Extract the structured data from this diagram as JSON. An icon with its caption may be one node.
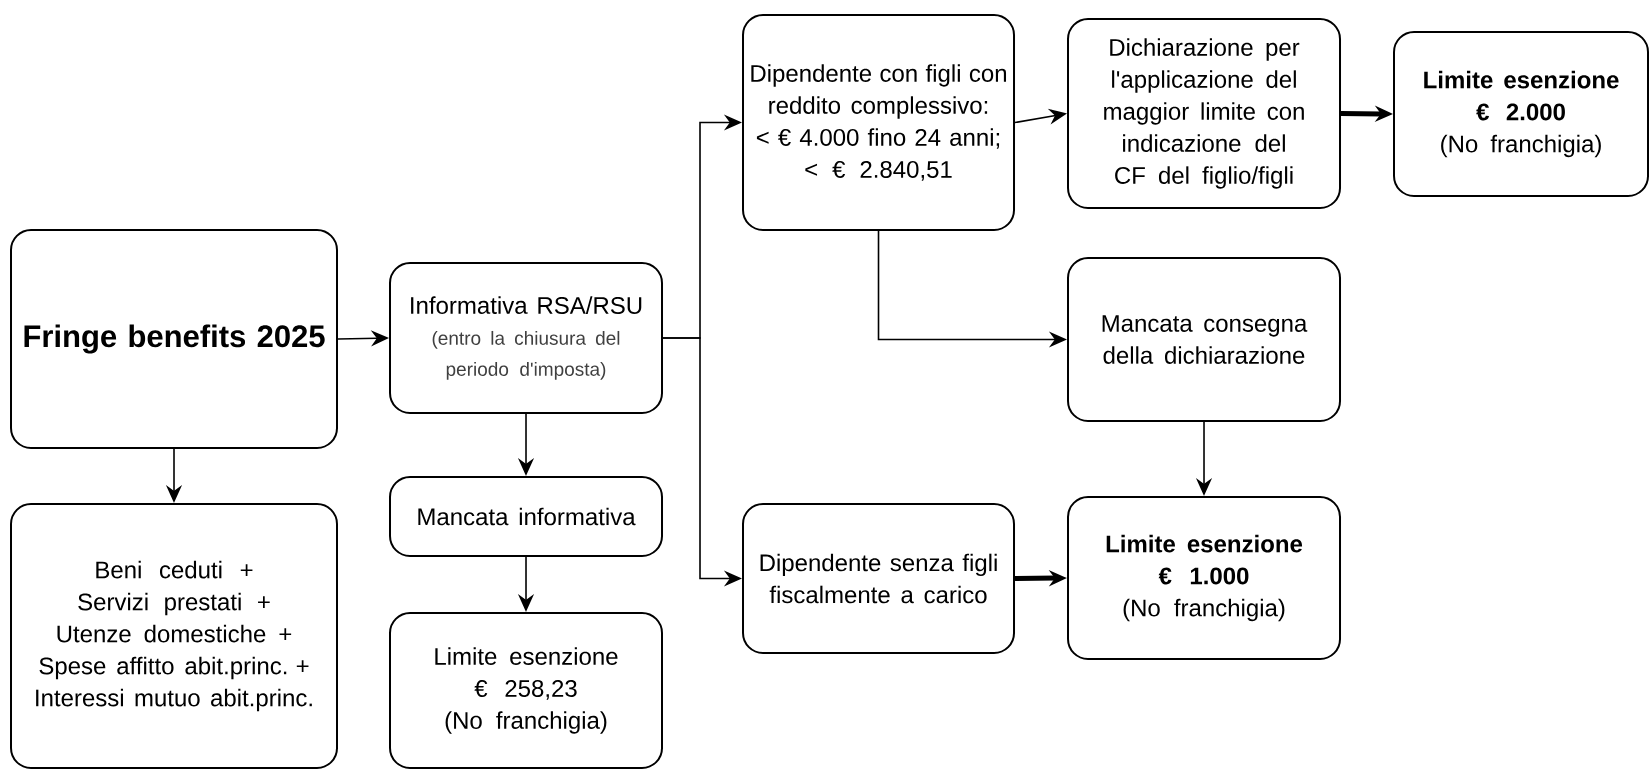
{
  "diagram": {
    "nodes": [
      {
        "text": [
          "Fringe benefits 2025"
        ]
      },
      {
        "text": [
          "Beni ceduti +",
          "Servizi prestati +",
          "Utenze domestiche +",
          "Spese affitto abit.princ. +",
          "Interessi mutuo abit.princ."
        ]
      },
      {
        "text": [
          "Informativa RSA/RSU",
          "(entro la chiusura del periodo d'imposta)"
        ]
      },
      {
        "text": [
          "Mancata informativa"
        ]
      },
      {
        "text": [
          "Limite esenzione € 258,23",
          "(No franchigia)"
        ]
      },
      {
        "text": [
          "Dipendente con figli con reddito complessivo:",
          "< € 4.000 fino 24 anni;",
          "< € 2.840,51"
        ]
      },
      {
        "text": [
          "Dipendente senza figli fiscalmente a carico"
        ]
      },
      {
        "text": [
          "Dichiarazione per l'applicazione del maggior limite con indicazione del CF del figlio/figli"
        ]
      },
      {
        "text": [
          "Mancata consegna della dichiarazione"
        ]
      },
      {
        "text": [
          "Limite esenzione € 1.000",
          "(No franchigia)"
        ]
      },
      {
        "text": [
          "Limite esenzione € 2.000",
          "(No franchigia)"
        ]
      }
    ],
    "edges": [
      {
        "from": 0,
        "to": 2,
        "arrow": "to"
      },
      {
        "from": 0,
        "to": 1,
        "arrow": "to"
      },
      {
        "from": 2,
        "to": 3,
        "arrow": "to"
      },
      {
        "from": 3,
        "to": 4,
        "arrow": "to"
      },
      {
        "from": 2,
        "to": 5,
        "arrow": "to"
      },
      {
        "from": 2,
        "to": 6,
        "arrow": "to"
      },
      {
        "from": 5,
        "to": 7,
        "arrow": "to"
      },
      {
        "from": 5,
        "to": 8,
        "arrow": "to"
      },
      {
        "from": 7,
        "to": 10,
        "arrow": "to",
        "style": "thick"
      },
      {
        "from": 8,
        "to": 9,
        "arrow": "to"
      },
      {
        "from": 6,
        "to": 9,
        "arrow": "to",
        "style": "thick"
      }
    ]
  }
}
